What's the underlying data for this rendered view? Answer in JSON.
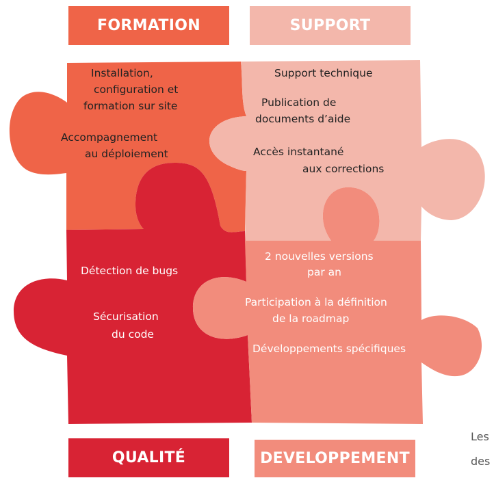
{
  "banners": {
    "formation": "FORMATION",
    "support": "SUPPORT",
    "qualite": "QUALITÉ",
    "developpement": "DEVELOPPEMENT"
  },
  "pieces": {
    "formation": {
      "color": "#ef6448",
      "lines": [
        "Installation,",
        "configuration et",
        "formation sur site",
        "Accompagnement",
        "au  déploiement"
      ]
    },
    "support": {
      "color": "#f3b7ab",
      "lines": [
        "Support technique",
        "Publication de",
        "documents d’aide",
        "Accès instantané",
        "aux  corrections"
      ]
    },
    "qualite": {
      "color": "#d82334",
      "lines": [
        "Détection de bugs",
        "Sécurisation",
        "du  code"
      ]
    },
    "developpement": {
      "color": "#f28c7c",
      "lines": [
        "2 nouvelles versions",
        "par an",
        "Participation à la définition",
        "de la roadmap",
        "Développements spécifiques"
      ]
    }
  },
  "footer": {
    "line1": "Les",
    "line2": "des"
  }
}
